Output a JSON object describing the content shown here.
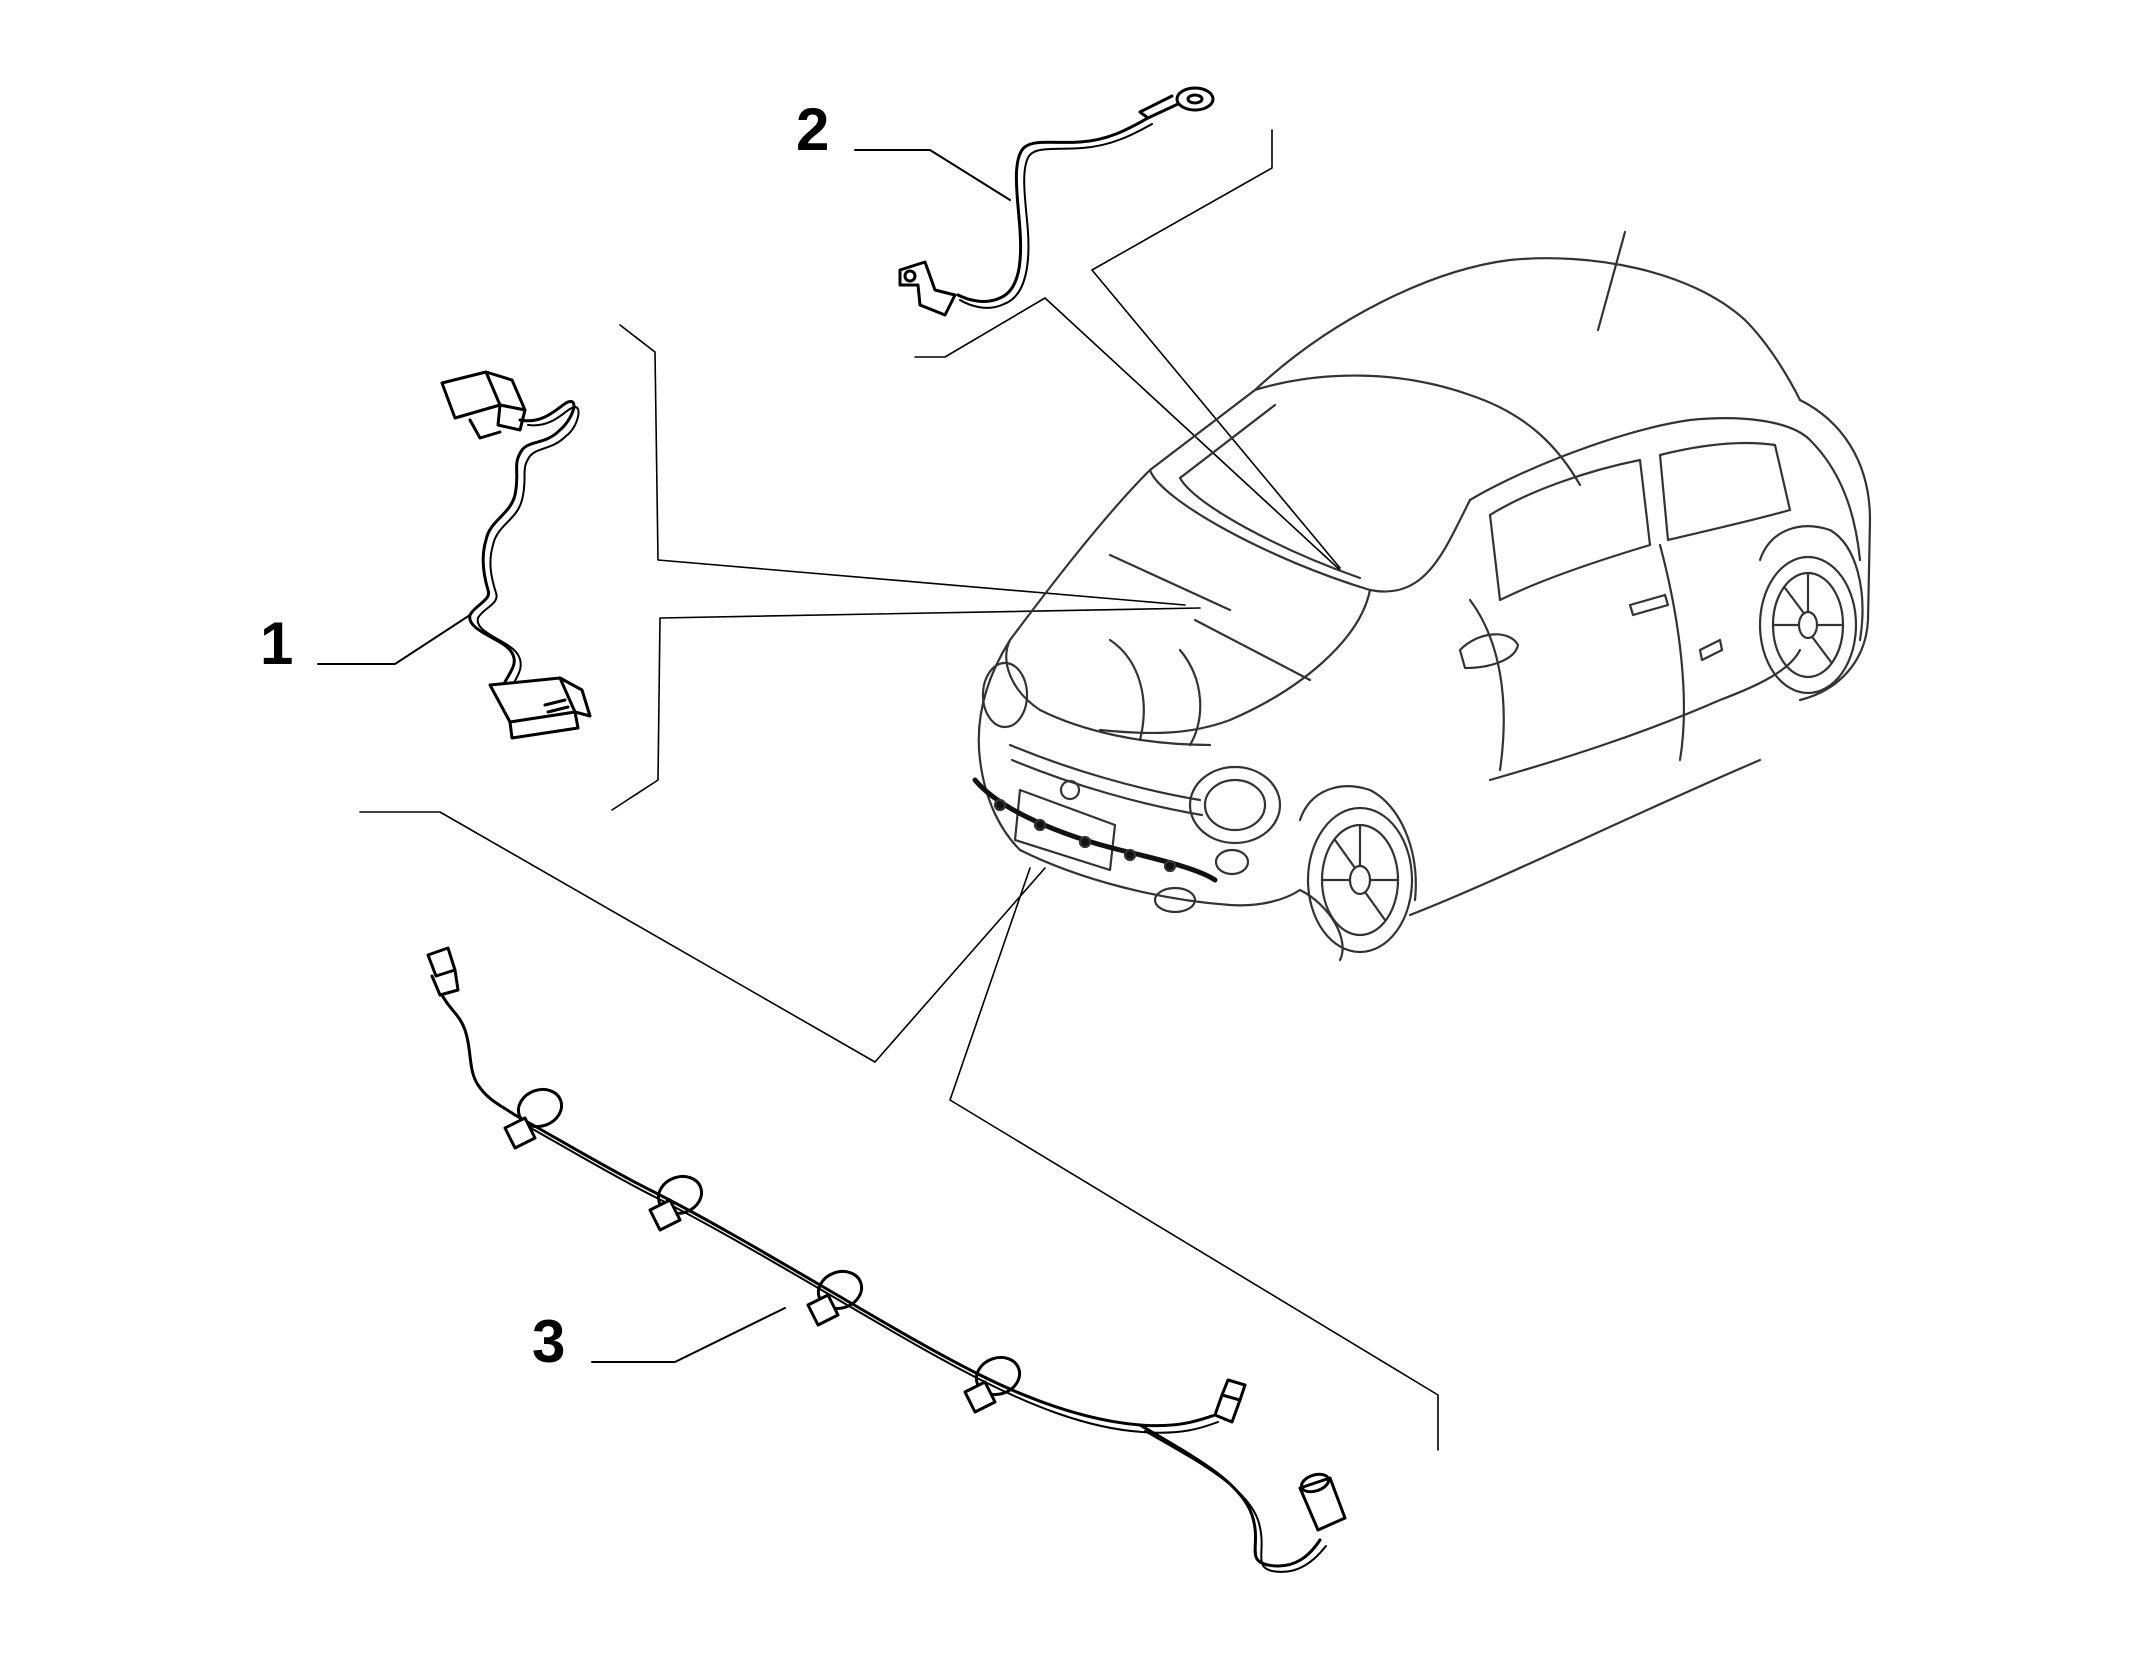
{
  "callouts": [
    {
      "id": "1",
      "label": "1"
    },
    {
      "id": "2",
      "label": "2"
    },
    {
      "id": "3",
      "label": "3"
    }
  ],
  "colors": {
    "line": "#000000",
    "background": "#ffffff",
    "car_line": "#333333"
  },
  "parts": [
    {
      "ref": "1",
      "name": "harness-with-two-connectors"
    },
    {
      "ref": "2",
      "name": "ground-strap-cable"
    },
    {
      "ref": "3",
      "name": "front-bumper-sensor-harness"
    }
  ]
}
